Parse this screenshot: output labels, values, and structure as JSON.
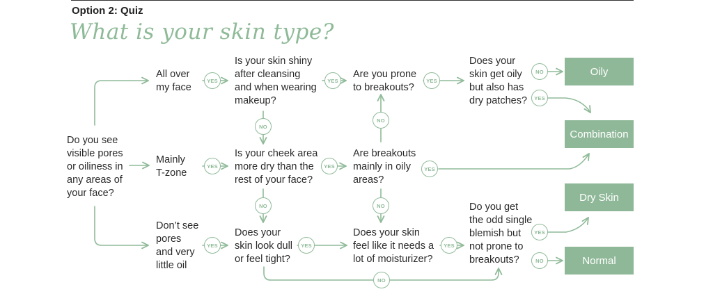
{
  "header": {
    "section": "Option 2: Quiz",
    "title": "What is your skin type?"
  },
  "questions": {
    "start": "Do you see\nvisible pores\nor oiliness in\nany areas of\nyour face?",
    "all_over": "All over\nmy face",
    "mainly_tzone": "Mainly\nT-zone",
    "no_pores": "Don’t see\npores\nand very\nlittle oil",
    "shiny": "Is your skin shiny\nafter cleansing\nand when wearing\nmakeup?",
    "cheek_dry": "Is your cheek area\nmore dry than the\nrest of your face?",
    "dull_tight": "Does your\nskin look dull\nor feel tight?",
    "prone_breakouts": "Are you prone\nto breakouts?",
    "breakouts_oily": "Are breakouts\nmainly in oily\nareas?",
    "moisturizer": "Does your skin\nfeel like it needs a\nlot of moisturizer?",
    "oily_dry_patches": "Does your\nskin get oily\nbut also has\ndry patches?",
    "odd_blemish": "Do you get\nthe odd single\nblemish but\nnot prone to\nbreakouts?"
  },
  "badges": {
    "yes": "YES",
    "no": "NO"
  },
  "results": {
    "oily": "Oily",
    "combination": "Combination",
    "dry": "Dry Skin",
    "normal": "Normal"
  },
  "colors": {
    "accent": "#8fba98",
    "result_fill": "#8fb898",
    "text": "#2a2a2a"
  }
}
